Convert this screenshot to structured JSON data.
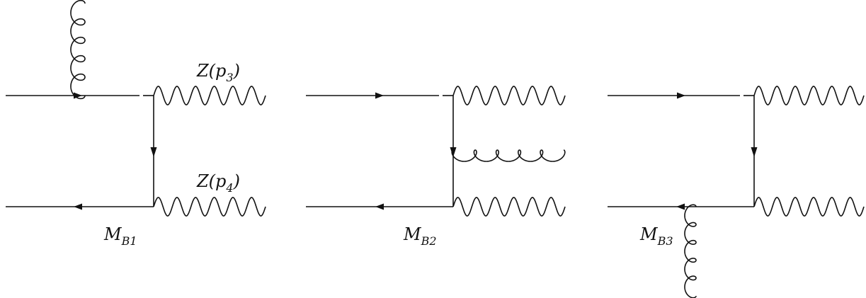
{
  "diagrams": [
    {
      "label": {
        "main": "M",
        "sub": "B1"
      },
      "z_labels": [
        {
          "main": "Z(p",
          "sub": "3",
          "close": ")"
        },
        {
          "main": "Z(p",
          "sub": "4",
          "close": ")"
        }
      ]
    },
    {
      "label": {
        "main": "M",
        "sub": "B2"
      }
    },
    {
      "label": {
        "main": "M",
        "sub": "B3"
      }
    }
  ]
}
